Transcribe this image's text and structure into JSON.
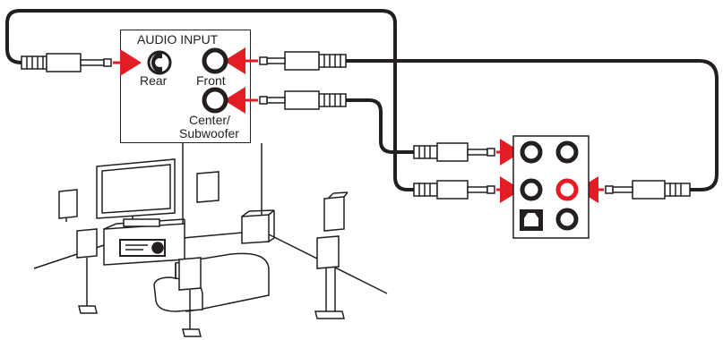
{
  "audio_input_panel": {
    "title": "AUDIO INPUT",
    "rear_label": "Rear",
    "front_label": "Front",
    "center_label_line1": "Center/",
    "center_label_line2": "Subwoofer"
  },
  "colors": {
    "cable": "#231f20",
    "arrow": "#e41d25",
    "jack_red": "#e41d25",
    "outline": "#231f20",
    "plug_fill": "#ffffff"
  },
  "icons": [
    "audio-jack-icon",
    "optical-port-icon",
    "speaker-icon",
    "tv-icon",
    "av-receiver-icon",
    "sofa-icon"
  ]
}
